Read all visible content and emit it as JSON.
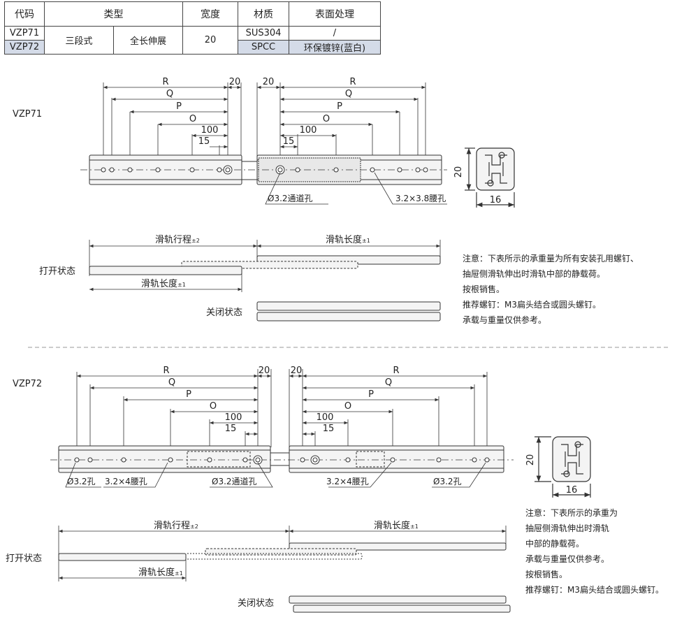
{
  "table": {
    "headers": {
      "code": "代码",
      "type": "类型",
      "width": "宽度",
      "material": "材质",
      "surface": "表面处理"
    },
    "rows": [
      {
        "code": "VZP71",
        "type1": "三段式",
        "type2": "全长伸展",
        "width": "20",
        "material": "SUS304",
        "surface": "/"
      },
      {
        "code": "VZP72",
        "material": "SPCC",
        "surface": "环保镀锌(蓝白)"
      }
    ]
  },
  "vzp71": {
    "title": "VZP71",
    "dims": {
      "R": "R",
      "Q": "Q",
      "P": "P",
      "O": "O",
      "d100": "100",
      "d15": "15",
      "d20": "20"
    },
    "callouts": {
      "through_hole": "Ø3.2通道孔",
      "slot": "3.2×3.8腰孔"
    },
    "section": {
      "height": "20",
      "width": "16"
    },
    "states": {
      "open": "打开状态",
      "closed": "关闭状态",
      "travel": "滑轨行程",
      "travel_tol": "±2",
      "length": "滑轨长度",
      "length_tol": "±1"
    },
    "notes": [
      "注意：下表所示的承重量为所有安装孔用螺钉、",
      "抽屉侧滑轨伸出时滑轨中部的静载荷。",
      "按根销售。",
      "推荐螺钉：M3扁头结合或圆头螺钉。",
      "承载与重量仅供参考。"
    ]
  },
  "vzp72": {
    "title": "VZP72",
    "dims": {
      "R": "R",
      "Q": "Q",
      "P": "P",
      "O": "O",
      "d100": "100",
      "d15": "15",
      "d20": "20"
    },
    "callouts": {
      "hole": "Ø3.2孔",
      "slot": "3.2×4腰孔",
      "through_hole": "Ø3.2通道孔"
    },
    "section": {
      "height": "20",
      "width": "16"
    },
    "states": {
      "open": "打开状态",
      "closed": "关闭状态",
      "travel": "滑轨行程",
      "travel_tol": "±2",
      "length": "滑轨长度",
      "length_tol": "±1"
    },
    "notes": [
      "注意：下表所示的承重为",
      "抽屉侧滑轨伸出时滑轨",
      "中部的静载荷。",
      "承载与重量仅供参考。",
      "按根销售。",
      "推荐螺钉：M3扁头结合或圆头螺钉。"
    ]
  },
  "colors": {
    "line": "#333333",
    "fill": "#f0f0f0",
    "table_highlight": "#d4dbe8",
    "divider": "#999999"
  }
}
